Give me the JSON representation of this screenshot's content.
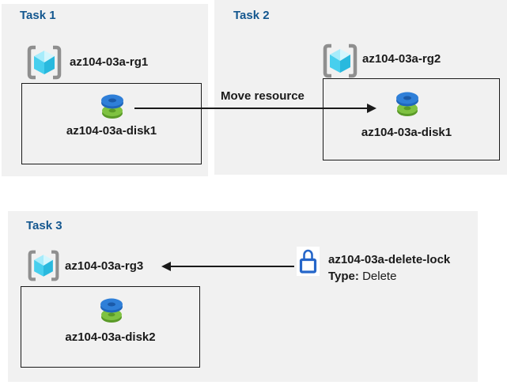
{
  "diagram": {
    "tasks": [
      {
        "id": "task1",
        "title": "Task 1",
        "resource_group": "az104-03a-rg1",
        "resource": "az104-03a-disk1"
      },
      {
        "id": "task2",
        "title": "Task 2",
        "resource_group": "az104-03a-rg2",
        "resource": "az104-03a-disk1"
      },
      {
        "id": "task3",
        "title": "Task 3",
        "resource_group": "az104-03a-rg3",
        "resource": "az104-03a-disk2"
      }
    ],
    "move_arrow_label": "Move resource",
    "lock": {
      "name": "az104-03a-delete-lock",
      "type_label": "Type:",
      "type_value": "Delete"
    },
    "colors": {
      "panel_background": "#f1f1f1",
      "task_title_blue": "#14578f",
      "text_black": "#1a1a1a",
      "cube_light": "#d4f6fd",
      "cube_medium": "#a7ecfb",
      "cube_left_face": "#47cfee",
      "cube_right_face": "#29b9de",
      "bracket_gray": "#8f8f8f",
      "disk_blue_top": "#2f7fd8",
      "disk_blue_side": "#1f66bb",
      "disk_green_top": "#7fc241",
      "disk_green_side": "#5a9a28",
      "lock_blue": "#2566c9"
    }
  }
}
